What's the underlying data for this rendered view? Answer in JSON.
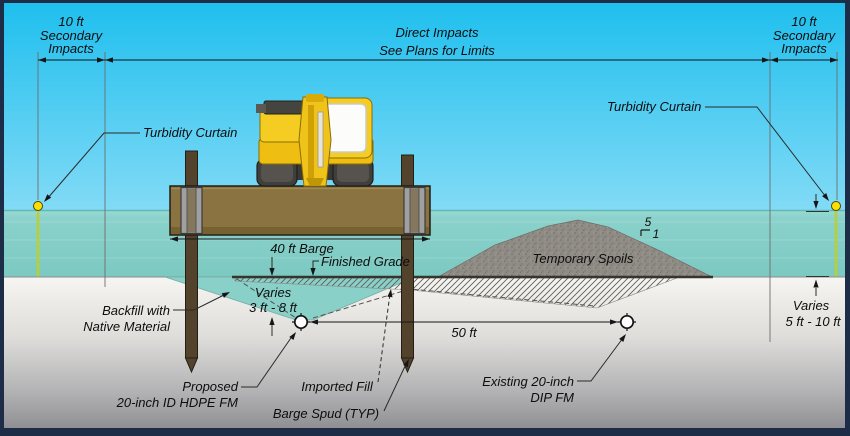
{
  "diagram": {
    "title_context": "Pipeline installation cross-section",
    "top_dimensions": {
      "left": {
        "lines": [
          "10 ft",
          "Secondary",
          "Impacts"
        ]
      },
      "center": {
        "lines": [
          "Direct Impacts",
          "See Plans for Limits"
        ]
      },
      "right": {
        "lines": [
          "10 ft",
          "Secondary",
          "Impacts"
        ]
      }
    },
    "turbidity": {
      "left_label": "Turbidity Curtain",
      "right_label": "Turbidity Curtain"
    },
    "barge": {
      "dim_label": "40 ft Barge",
      "spud_label": "Barge Spud (TYP)"
    },
    "grade": {
      "finished_grade_label": "Finished Grade"
    },
    "trench": {
      "varies_lines": [
        "Varies",
        "3 ft - 8 ft"
      ],
      "backfill_lines": [
        "Backfill with",
        "Native Material"
      ],
      "imported_fill_label": "Imported Fill",
      "proposed_lines": [
        "Proposed",
        "20-inch ID HDPE FM"
      ]
    },
    "spoils": {
      "label": "Temporary Spoils",
      "slope_rise": "5",
      "slope_run": "1"
    },
    "pipes": {
      "span_label": "50 ft",
      "existing_lines": [
        "Existing 20-inch",
        "DIP FM"
      ]
    },
    "right_depth": {
      "lines": [
        "Varies",
        "5 ft - 10 ft"
      ]
    },
    "colors": {
      "frame": "#1d2c47",
      "sky_top": "#1fbfee",
      "water": "#86d0c9",
      "ground_top": "#f6f5f2",
      "ground_bottom": "#909094",
      "barge": "#8a7340",
      "spud": "#53422c",
      "excavator_yellow": "#f5cd22",
      "spoils_gray": "#8f8b85",
      "curtain_float_yellow": "#ffdf06",
      "curtain_line_green": "#bccf2d",
      "text": "#0d0d0d"
    }
  }
}
